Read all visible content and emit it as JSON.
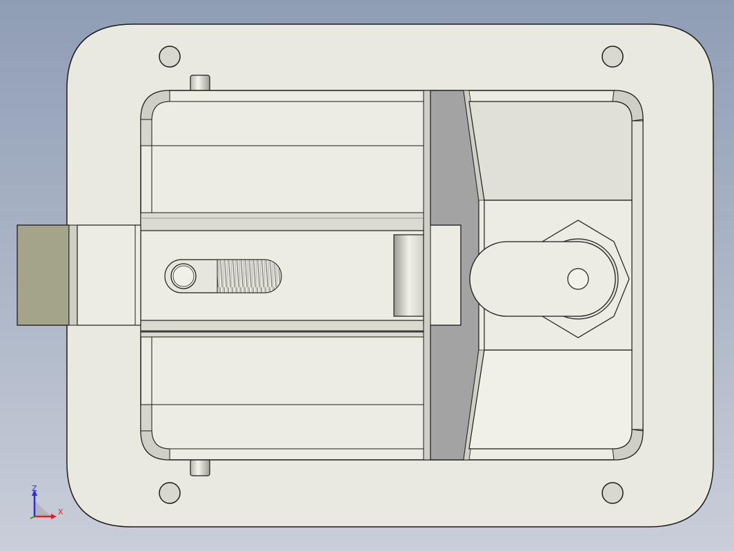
{
  "window": {
    "title": "",
    "background_top": "#8f9db5",
    "background_bottom": "#c9ced9"
  },
  "model": {
    "component": "paddle latch",
    "plate_color": "#e9e9df",
    "body_color": "#ecece2",
    "shadow_color": "#a3a3a3",
    "bolt_color": "#a4a48a",
    "edge_color": "#1a1a1a"
  },
  "triad": {
    "z_label": "Z",
    "x_label": "X",
    "z_color": "#2a2aff",
    "x_color": "#e02020",
    "y_color": "#2a9a2a"
  }
}
